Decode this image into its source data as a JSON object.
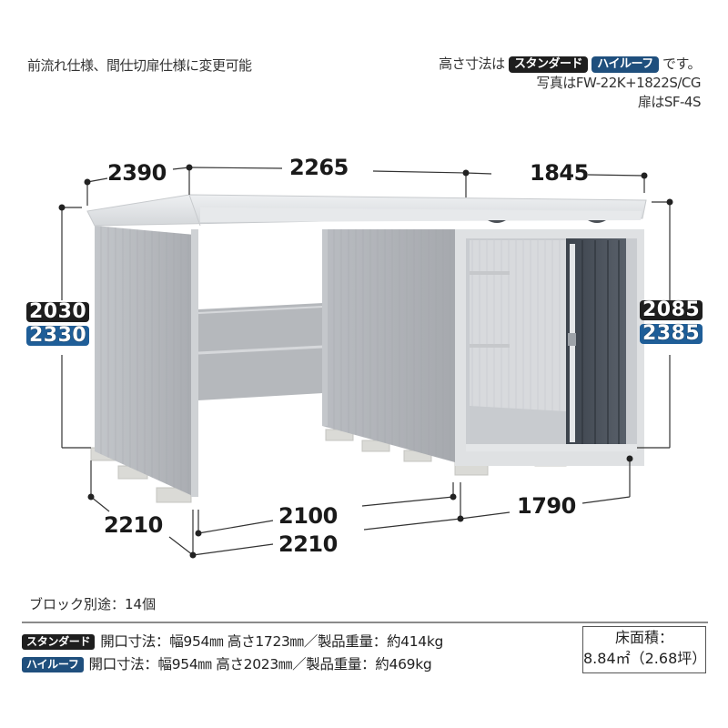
{
  "header": {
    "note_left": "前流れ仕様、間仕切扉仕様に変更可能",
    "height_note_prefix": "高さ寸法は",
    "height_note_suffix": "です。",
    "photo_note": "写真はFW-22K+1822S/CG",
    "door_note": "扉はSF-4S"
  },
  "badges": {
    "standard": "スタンダード",
    "high_roof": "ハイルーフ"
  },
  "colors": {
    "standard_badge": "#1e1e1e",
    "high_roof_badge": "#1f5e98",
    "shed_body": "#b4b7bc",
    "door_dark": "#474e58"
  },
  "dimensions": {
    "top_depth": "2390",
    "top_width_left": "2265",
    "top_width_right": "1845",
    "left_height_standard": "2030",
    "left_height_high": "2330",
    "right_height_standard": "2085",
    "right_height_high": "2385",
    "bottom_depth": "2210",
    "bottom_width_left": "2100",
    "bottom_width_right": "1790",
    "bottom_width_total": "2210"
  },
  "footer": {
    "block_note": "ブロック別途：14個",
    "specs": [
      {
        "badge": "スタンダード",
        "text": "開口寸法：幅954㎜ 高さ1723㎜／製品重量：約414kg"
      },
      {
        "badge": "ハイルーフ",
        "text": "開口寸法：幅954㎜ 高さ2023㎜／製品重量：約469kg"
      }
    ],
    "floor_area_label": "床面積：",
    "floor_area_value": "8.84㎡（2.68坪）"
  }
}
